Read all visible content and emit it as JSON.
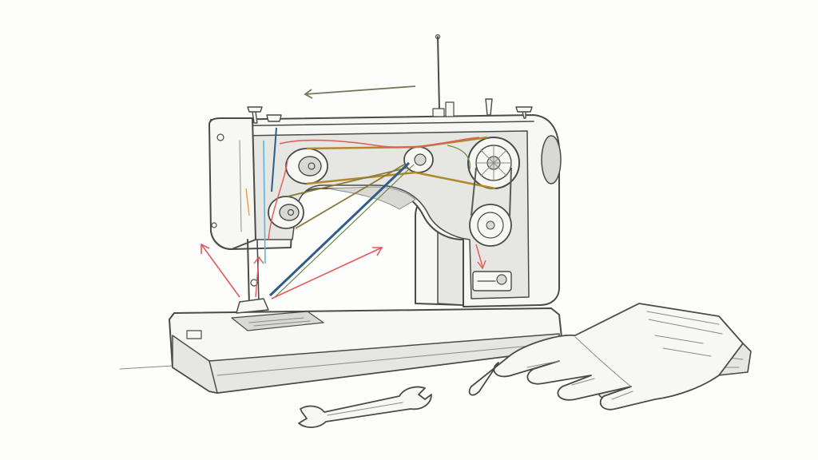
{
  "scene": {
    "style": "pencil sketch with colored pencil accents",
    "objects": [
      {
        "name": "sewing-machine",
        "icon": "sewing-machine-icon"
      },
      {
        "name": "wrench",
        "icon": "wrench-icon"
      },
      {
        "name": "work-gloves",
        "icon": "glove-icon"
      }
    ]
  },
  "colors": {
    "background": "#fdfdfb",
    "pencil": "#4a4a4a",
    "belt_blue": "#2f5d86",
    "belt_gold": "#b08a2a",
    "thread_red": "#e05a5a",
    "thread_green": "#6f8a4a",
    "accent_cyan": "#5fb4d8",
    "accent_orange": "#e8a040"
  }
}
